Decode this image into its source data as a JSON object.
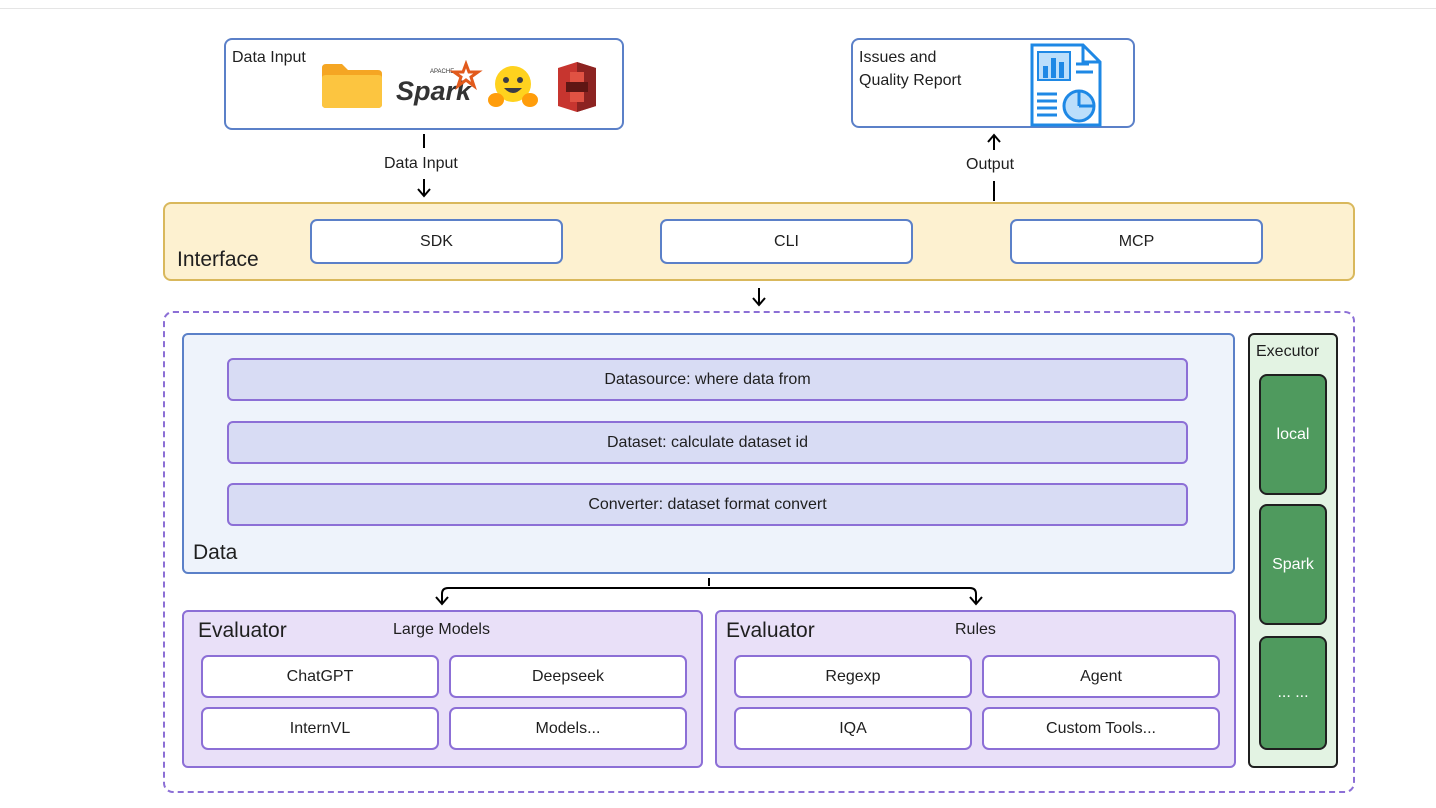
{
  "data_input_box": {
    "title": "Data Input",
    "icons": [
      "folder-icon",
      "apache-spark-logo",
      "hugging-face-logo",
      "aws-s3-logo"
    ],
    "spark_logo_text": "Spark",
    "spark_logo_small": "APACHE"
  },
  "report_box": {
    "title_line1": "Issues and",
    "title_line2": "Quality Report",
    "icon": "report-icon"
  },
  "arrow_labels": {
    "input": "Data Input",
    "output": "Output"
  },
  "interface": {
    "label": "Interface",
    "buttons": [
      "SDK",
      "CLI",
      "MCP"
    ]
  },
  "data": {
    "label": "Data",
    "steps": [
      "Datasource: where data from",
      "Dataset: calculate dataset id",
      "Converter: dataset format convert"
    ]
  },
  "evaluator_models": {
    "label": "Evaluator",
    "subtitle": "Large Models",
    "items": [
      "ChatGPT",
      "Deepseek",
      "InternVL",
      "Models..."
    ]
  },
  "evaluator_rules": {
    "label": "Evaluator",
    "subtitle": "Rules",
    "items": [
      "Regexp",
      "Agent",
      "IQA",
      "Custom Tools..."
    ]
  },
  "executor": {
    "label": "Executor",
    "items": [
      "local",
      "Spark",
      "... ..."
    ]
  },
  "colors": {
    "blue_border": "#5b80c8",
    "purple_border": "#8c6fd6",
    "interface_fill": "#fdf1d0",
    "executor_item_fill": "#4f9a5e"
  }
}
